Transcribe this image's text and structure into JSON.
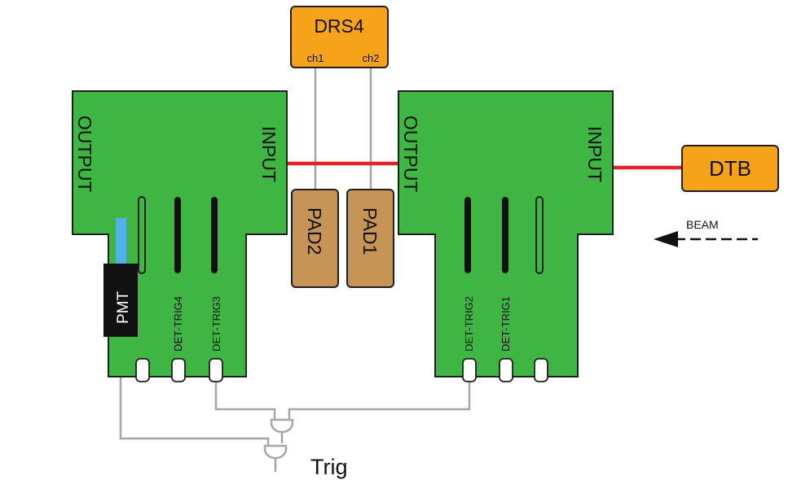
{
  "drs4": {
    "title": "DRS4",
    "ch1": "ch1",
    "ch2": "ch2"
  },
  "dtb": {
    "label": "DTB"
  },
  "pads": {
    "pad2": "PAD2",
    "pad1": "PAD1"
  },
  "left_board": {
    "output": "OUTPUT",
    "input": "INPUT"
  },
  "right_board": {
    "output": "OUTPUT",
    "input": "INPUT"
  },
  "pmt": {
    "label": "PMT"
  },
  "triggers": {
    "trig4": "DET-TRIG4",
    "trig3": "DET-TRIG3",
    "trig2": "DET-TRIG2",
    "trig1": "DET-TRIG1"
  },
  "beam": {
    "label": "BEAM"
  },
  "trig_output": {
    "label": "Trig"
  },
  "colors": {
    "board_green": "#3fb644",
    "board_outline": "#1f1f1f",
    "box_orange": "#f7a21b",
    "pad_tan": "#c69456",
    "signal_red": "#e8202a",
    "wire_gray": "#a6a6a6",
    "pmt_window_blue": "#4fb3e6",
    "pmt_body": "#111111"
  }
}
